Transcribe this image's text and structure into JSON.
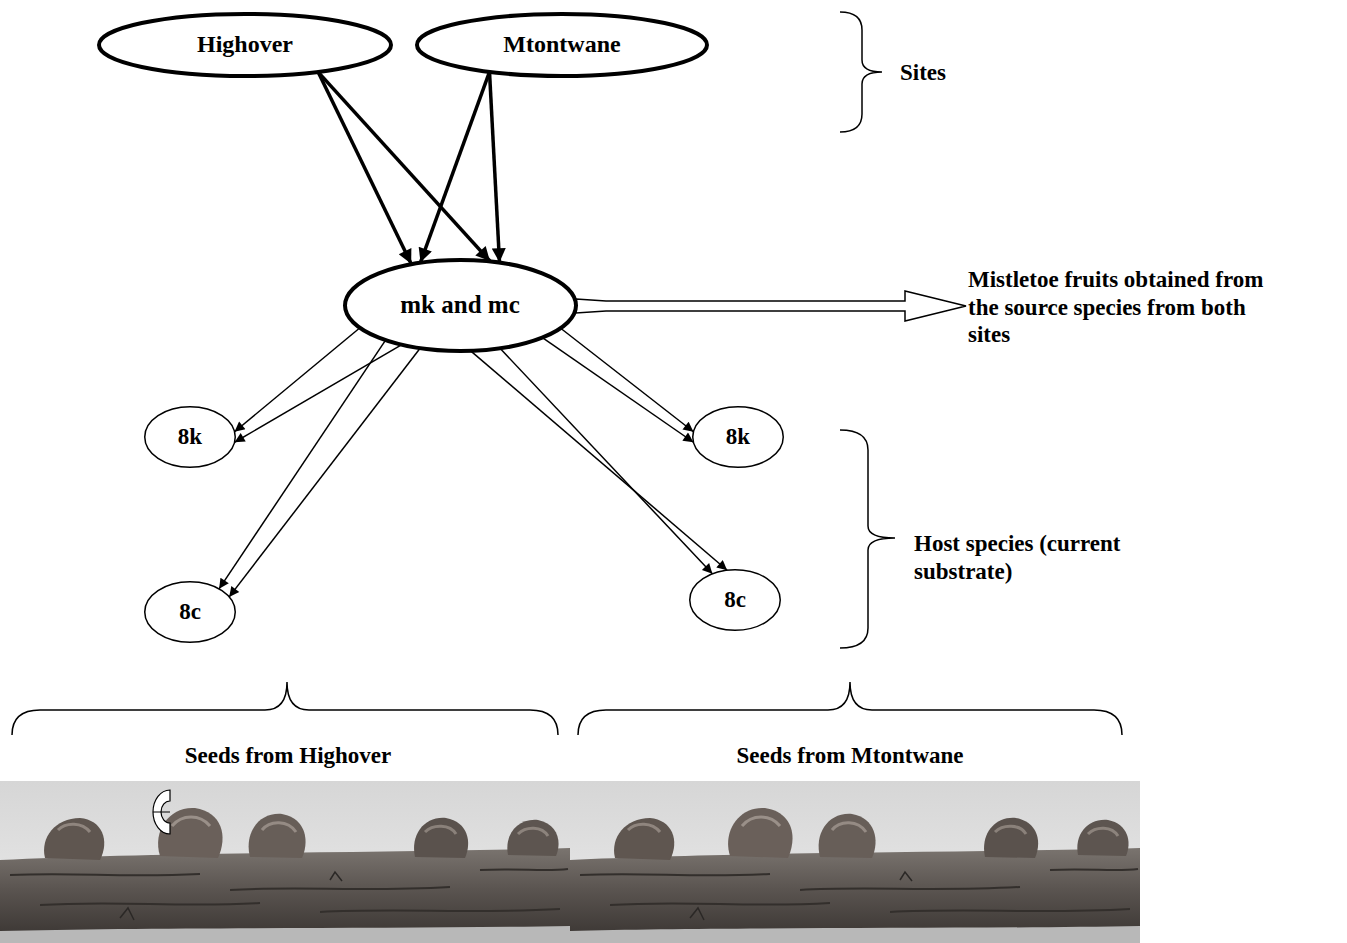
{
  "diagram": {
    "nodes": [
      {
        "text": [
          "Highover"
        ]
      },
      {
        "text": [
          "Mtontwane"
        ]
      },
      {
        "text": [
          "mk and mc"
        ]
      },
      {
        "text": [
          "8k"
        ]
      },
      {
        "text": [
          "8k"
        ]
      },
      {
        "text": [
          "8c"
        ]
      },
      {
        "text": [
          "8c"
        ]
      }
    ],
    "edges": [
      {
        "from": 0,
        "to": 2,
        "arrow": "to"
      },
      {
        "from": 0,
        "to": 2,
        "arrow": "to"
      },
      {
        "from": 1,
        "to": 2,
        "arrow": "to"
      },
      {
        "from": 1,
        "to": 2,
        "arrow": "to"
      },
      {
        "from": 2,
        "to": 3,
        "arrow": "to"
      },
      {
        "from": 2,
        "to": 3,
        "arrow": "to"
      },
      {
        "from": 2,
        "to": 5,
        "arrow": "to"
      },
      {
        "from": 2,
        "to": 5,
        "arrow": "to"
      },
      {
        "from": 2,
        "to": 4,
        "arrow": "to"
      },
      {
        "from": 2,
        "to": 4,
        "arrow": "to"
      },
      {
        "from": 2,
        "to": 6,
        "arrow": "to"
      },
      {
        "from": 2,
        "to": 6,
        "arrow": "to"
      }
    ],
    "labels": [
      "Sites",
      "Mistletoe fruits obtained from the source species from both sites",
      "Host species (current substrate)",
      "Seeds from Highover",
      "Seeds from Mtontwane"
    ]
  }
}
